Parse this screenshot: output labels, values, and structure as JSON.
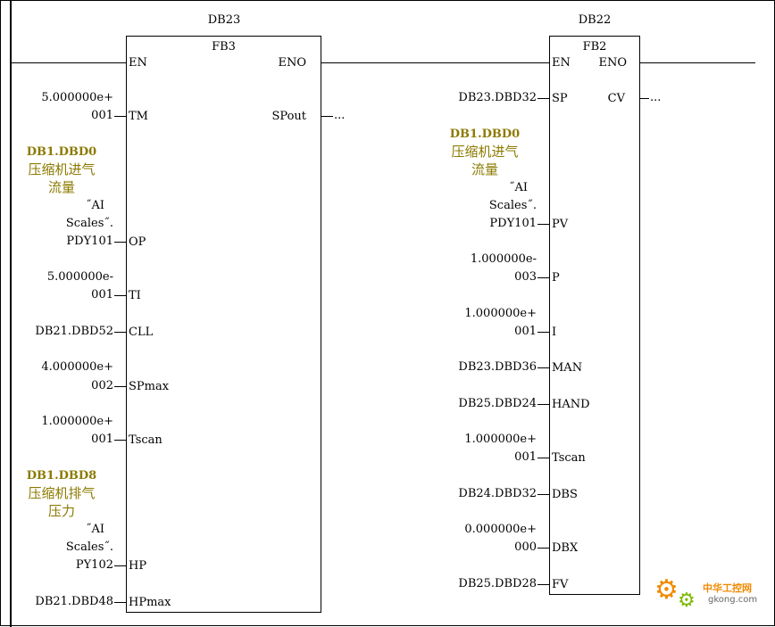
{
  "rung": {
    "left": {
      "instance_db": "DB23",
      "fb_name": "FB3",
      "en": "EN",
      "eno": "ENO",
      "inputs": [
        {
          "name": "TM",
          "value": [
            "5.000000e+",
            "001"
          ]
        },
        {
          "name": "OP",
          "symbol": "DB1.DBD0",
          "comment": [
            "压缩机进气",
            "流量"
          ],
          "value": [
            "˝AI",
            "Scales˝.",
            "PDY101"
          ]
        },
        {
          "name": "TI",
          "value": [
            "5.000000e-",
            "001"
          ]
        },
        {
          "name": "CLL",
          "value": [
            "DB21.DBD52"
          ]
        },
        {
          "name": "SPmax",
          "value": [
            "4.000000e+",
            "002"
          ]
        },
        {
          "name": "Tscan",
          "value": [
            "1.000000e+",
            "001"
          ]
        },
        {
          "name": "HP",
          "symbol": "DB1.DBD8",
          "comment": [
            "压缩机排气",
            "压力"
          ],
          "value": [
            "˝AI",
            "Scales˝.",
            "PY102"
          ]
        },
        {
          "name": "HPmax",
          "value": [
            "DB21.DBD48"
          ]
        }
      ],
      "outputs": [
        {
          "name": "SPout",
          "value": "..."
        }
      ]
    },
    "right": {
      "instance_db": "DB22",
      "fb_name": "FB2",
      "en": "EN",
      "eno": "ENO",
      "inputs": [
        {
          "name": "SP",
          "value": [
            "DB23.DBD32"
          ]
        },
        {
          "name": "PV",
          "symbol": "DB1.DBD0",
          "comment": [
            "压缩机进气",
            "流量"
          ],
          "value": [
            "˝AI",
            "Scales˝.",
            "PDY101"
          ]
        },
        {
          "name": "P",
          "value": [
            "1.000000e-",
            "003"
          ]
        },
        {
          "name": "I",
          "value": [
            "1.000000e+",
            "001"
          ]
        },
        {
          "name": "MAN",
          "value": [
            "DB23.DBD36"
          ]
        },
        {
          "name": "HAND",
          "value": [
            "DB25.DBD24"
          ]
        },
        {
          "name": "Tscan",
          "value": [
            "1.000000e+",
            "001"
          ]
        },
        {
          "name": "DBS",
          "value": [
            "DB24.DBD32"
          ]
        },
        {
          "name": "DBX",
          "value": [
            "0.000000e+",
            "000"
          ]
        },
        {
          "name": "FV",
          "value": [
            "DB25.DBD28"
          ]
        }
      ],
      "outputs": [
        {
          "name": "CV",
          "value": "..."
        }
      ]
    }
  },
  "watermark": {
    "brand": "中华工控网",
    "site": "gkong.com"
  }
}
